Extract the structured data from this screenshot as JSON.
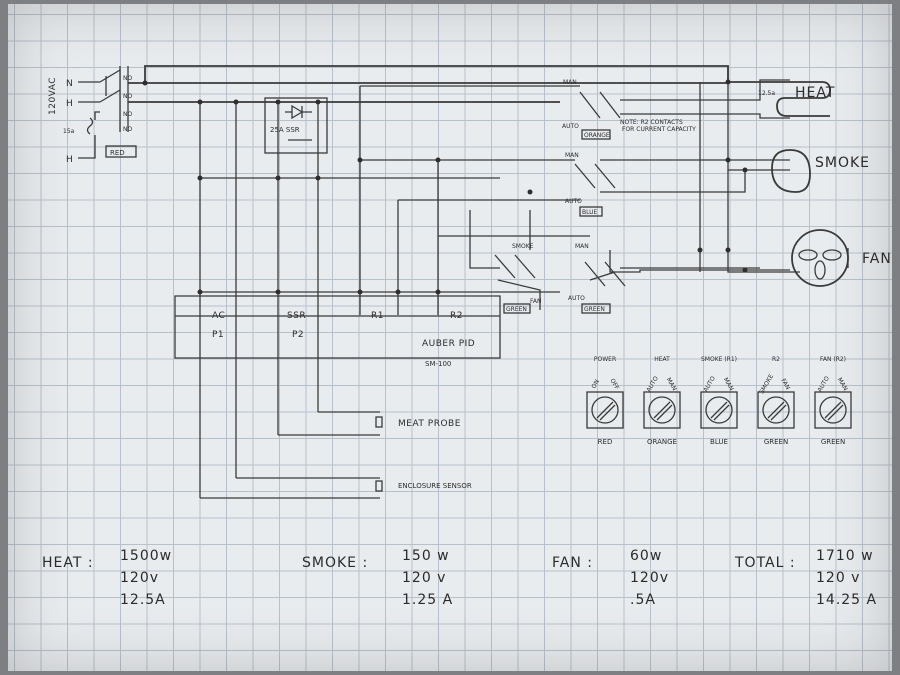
{
  "input": {
    "voltage": "120VAC",
    "n": "N",
    "h1": "H",
    "h2": "H",
    "fuse": "15a",
    "red_tag": "RED"
  },
  "ssr": {
    "label": "25A SSR"
  },
  "switches": {
    "heat": {
      "man": "MAN",
      "auto": "AUTO",
      "color": "ORANGE"
    },
    "smoke": {
      "man": "MAN",
      "auto": "AUTO",
      "color": "BLUE"
    },
    "r2": {
      "smoke": "SMOKE",
      "fan": "FAN",
      "color": "GREEN"
    },
    "fan": {
      "man": "MAN",
      "auto": "AUTO",
      "color": "GREEN"
    }
  },
  "note": {
    "line1": "NOTE: R2 CONTACTS",
    "line2": "FOR CURRENT CAPACITY"
  },
  "loads": {
    "heat": "HEAT",
    "smoke": "SMOKE",
    "fan": "FAN",
    "heat_amps": "12.5a"
  },
  "pid": {
    "ac": "AC",
    "ssr": "SSR",
    "r1": "R1",
    "r2": "R2",
    "p1": "P1",
    "p2": "P2",
    "name": "AUBER PID",
    "model": "SM-100"
  },
  "sensors": {
    "meat": "MEAT PROBE",
    "enclosure": "ENCLOSURE SENSOR"
  },
  "panel": [
    {
      "name": "POWER",
      "left": "ON",
      "right": "OFF",
      "color": "RED"
    },
    {
      "name": "HEAT",
      "left": "AUTO",
      "right": "MAN",
      "color": "ORANGE"
    },
    {
      "name": "SMOKE (R1)",
      "left": "AUTO",
      "right": "MAN",
      "color": "BLUE"
    },
    {
      "name": "R2",
      "left": "SMOKE",
      "right": "FAN",
      "color": "GREEN"
    },
    {
      "name": "FAN (R2)",
      "left": "AUTO",
      "right": "MAN",
      "color": "GREEN"
    }
  ],
  "specs": [
    {
      "name": "HEAT :",
      "watts": "1500w",
      "volts": "120v",
      "amps": "12.5A"
    },
    {
      "name": "SMOKE :",
      "watts": "150 w",
      "volts": "120 v",
      "amps": "1.25 A"
    },
    {
      "name": "FAN :",
      "watts": "60w",
      "volts": "120v",
      "amps": ".5A"
    },
    {
      "name": "TOTAL :",
      "watts": "1710 w",
      "volts": "120 v",
      "amps": "14.25 A"
    }
  ],
  "colors": {
    "paper": "#e9ecef",
    "grid": "#b7c1cb",
    "ink": "#2b2b2b"
  }
}
